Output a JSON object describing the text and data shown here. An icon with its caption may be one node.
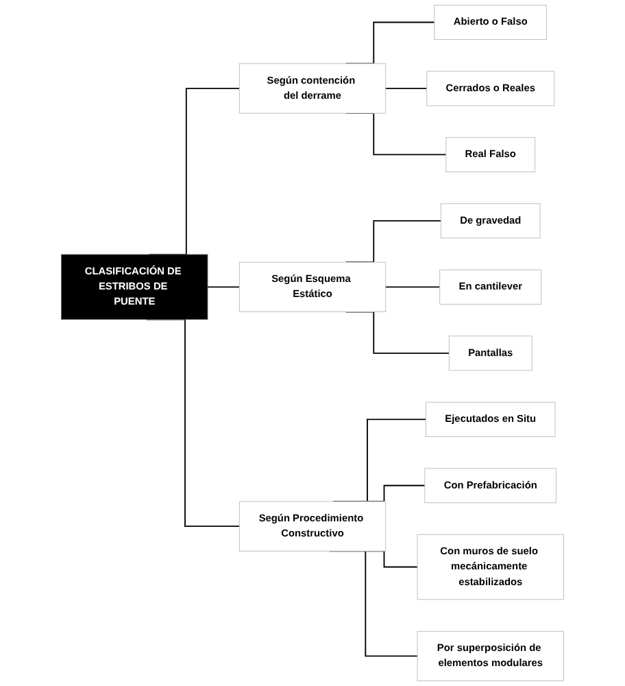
{
  "diagram": {
    "nodes": [
      {
        "text": [
          "CLASIFICACIÓN DE ESTRIBOS DE PUENTE"
        ]
      },
      {
        "text": [
          "Según contención del derrame"
        ]
      },
      {
        "text": [
          "Según Esquema Estático"
        ]
      },
      {
        "text": [
          "Según Procedimiento Constructivo"
        ]
      },
      {
        "text": [
          "Abierto o Falso"
        ]
      },
      {
        "text": [
          "Cerrados o Reales"
        ]
      },
      {
        "text": [
          "Real Falso"
        ]
      },
      {
        "text": [
          "De gravedad"
        ]
      },
      {
        "text": [
          "En cantilever"
        ]
      },
      {
        "text": [
          "Pantallas"
        ]
      },
      {
        "text": [
          "Ejecutados en Situ"
        ]
      },
      {
        "text": [
          "Con Prefabricación"
        ]
      },
      {
        "text": [
          "Con muros de suelo mecánicamente estabilizados"
        ]
      },
      {
        "text": [
          "Por superposición de elementos modulares"
        ]
      }
    ],
    "edges": [
      {
        "from": 0,
        "to": 1,
        "arrow": "none"
      },
      {
        "from": 0,
        "to": 2,
        "arrow": "none"
      },
      {
        "from": 0,
        "to": 3,
        "arrow": "none"
      },
      {
        "from": 1,
        "to": 4,
        "arrow": "none"
      },
      {
        "from": 1,
        "to": 5,
        "arrow": "none"
      },
      {
        "from": 1,
        "to": 6,
        "arrow": "none"
      },
      {
        "from": 2,
        "to": 7,
        "arrow": "none"
      },
      {
        "from": 2,
        "to": 8,
        "arrow": "none"
      },
      {
        "from": 2,
        "to": 9,
        "arrow": "none"
      },
      {
        "from": 3,
        "to": 10,
        "arrow": "none"
      },
      {
        "from": 3,
        "to": 11,
        "arrow": "none"
      },
      {
        "from": 3,
        "to": 12,
        "arrow": "none"
      },
      {
        "from": 3,
        "to": 13,
        "arrow": "none"
      }
    ]
  }
}
